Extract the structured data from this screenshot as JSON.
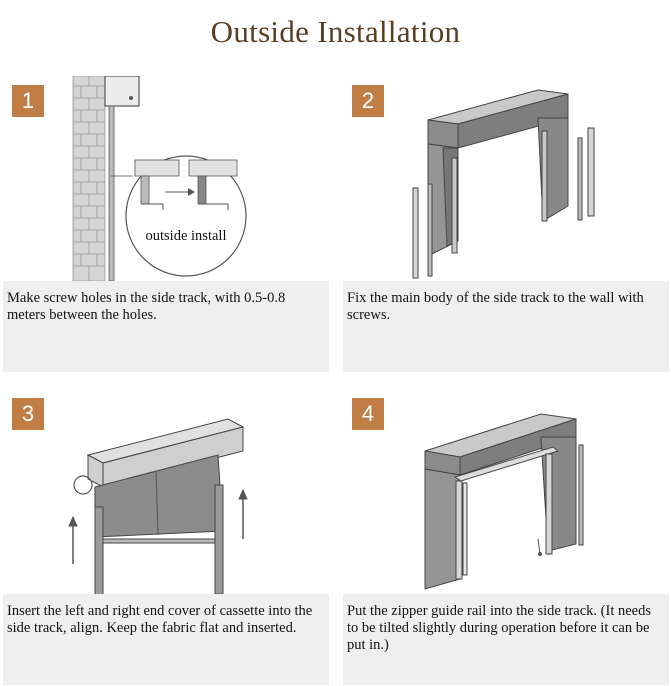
{
  "page": {
    "title": "Outside Installation"
  },
  "steps": [
    {
      "number": "1",
      "caption": "Make screw holes in the side track, with 0.5-0.8 meters between the holes.",
      "inset_label": "outside install"
    },
    {
      "number": "2",
      "caption": "Fix the main body of the side track to the wall with screws."
    },
    {
      "number": "3",
      "caption": "Insert the left and right end cover of cassette into the side track, align. Keep the fabric flat and inserted."
    },
    {
      "number": "4",
      "caption": "Put the zipper guide rail into the side track. (It needs to be tilted slightly during operation before it can be put in.)"
    }
  ],
  "colors": {
    "badge": "#c07d45",
    "title": "#5a3e22",
    "panel": "#efefef"
  }
}
